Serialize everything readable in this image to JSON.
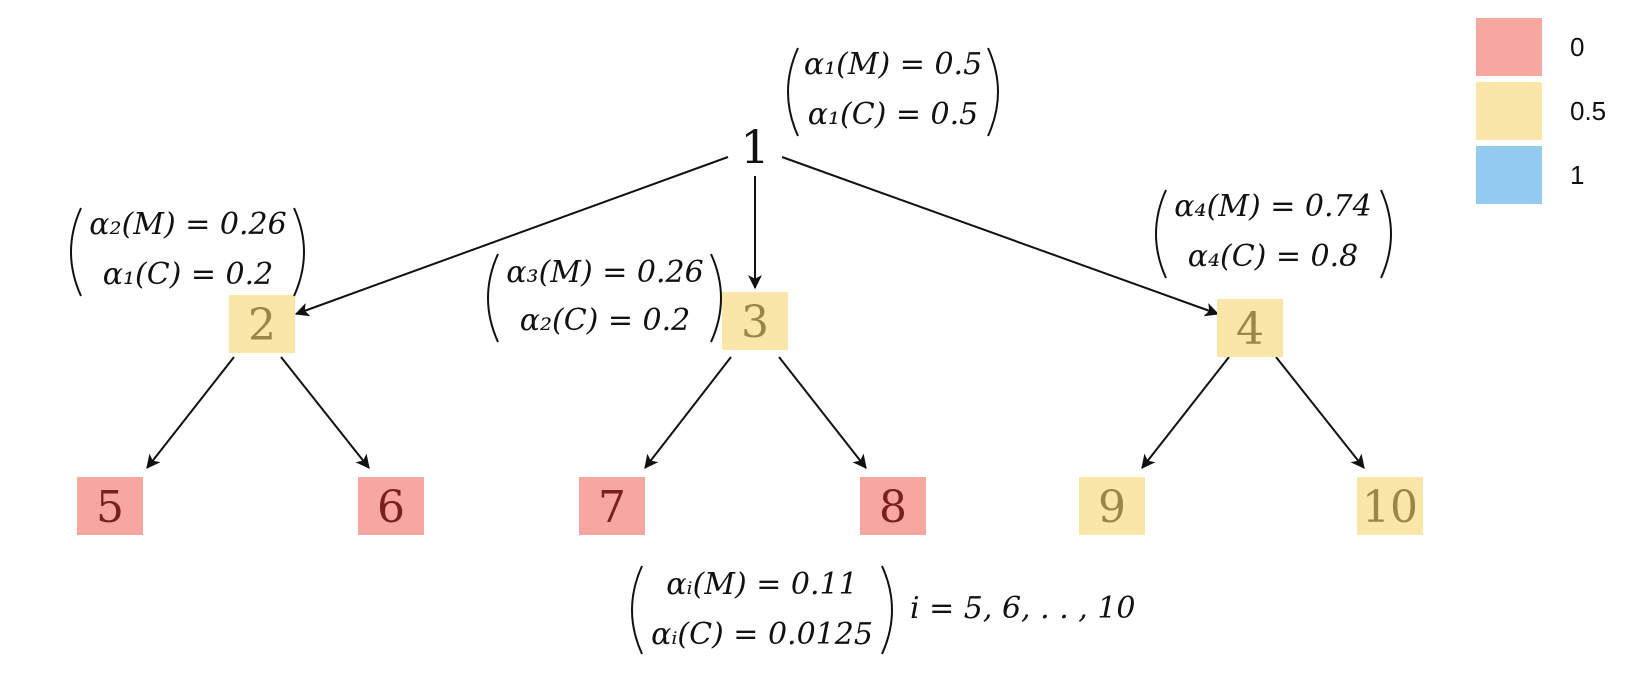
{
  "colors": {
    "zero": "#f7a6a0",
    "half": "#fae6a8",
    "one": "#93caf0",
    "edge": "#111111",
    "text_zero": "#7a1f1f",
    "text_half": "#9c8548",
    "text_root": "#111111"
  },
  "legend": [
    {
      "label": "0",
      "color_key": "zero"
    },
    {
      "label": "0.5",
      "color_key": "half"
    },
    {
      "label": "1",
      "color_key": "one"
    }
  ],
  "tree": {
    "root": {
      "label": "1",
      "color_key": "none"
    },
    "children": [
      {
        "label": "2",
        "color_key": "half",
        "children": [
          {
            "label": "5",
            "color_key": "zero"
          },
          {
            "label": "6",
            "color_key": "zero"
          }
        ]
      },
      {
        "label": "3",
        "color_key": "half",
        "children": [
          {
            "label": "7",
            "color_key": "zero"
          },
          {
            "label": "8",
            "color_key": "zero"
          }
        ]
      },
      {
        "label": "4",
        "color_key": "half",
        "children": [
          {
            "label": "9",
            "color_key": "half"
          },
          {
            "label": "10",
            "color_key": "half"
          }
        ]
      }
    ]
  },
  "annotations": {
    "root": {
      "line1": "α₁(M) = 0.5",
      "line2": "α₁(C) = 0.5"
    },
    "node2": {
      "line1": "α₂(M) = 0.26",
      "line2": "α₁(C) = 0.2"
    },
    "node3": {
      "line1": "α₃(M) = 0.26",
      "line2": "α₂(C) = 0.2"
    },
    "node4": {
      "line1": "α₄(M) = 0.74",
      "line2": "α₄(C) = 0.8"
    },
    "leaves": {
      "line1": "αᵢ(M) = 0.11",
      "line2": "αᵢ(C) = 0.0125",
      "suffix": "i = 5, 6, . . , 10"
    }
  }
}
